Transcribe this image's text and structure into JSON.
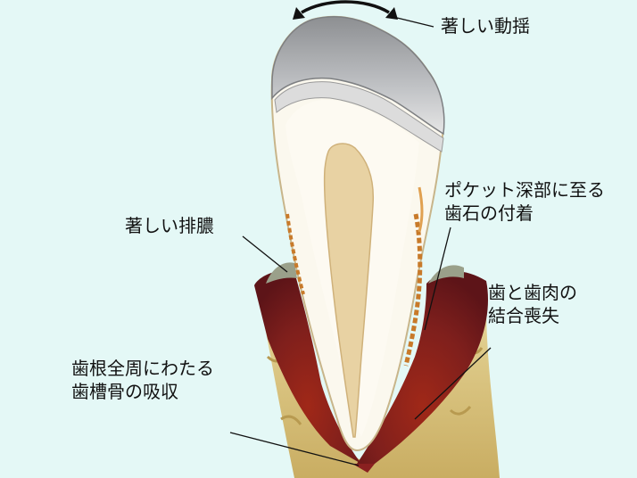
{
  "labels": {
    "mobility": "著しい動揺",
    "suppuration": "著しい排膿",
    "calculus_line1": "ポケット深部に至る",
    "calculus_line2": "歯石の付着",
    "attachment_line1": "歯と歯肉の",
    "attachment_line2": "結合喪失",
    "bone_line1": "歯根全周にわたる",
    "bone_line2": "歯槽骨の吸収"
  },
  "colors": {
    "background": "#e4f8f6",
    "enamel": "#9ea0a3",
    "dentin": "#fbf8ee",
    "pulp": "#e8d2a3",
    "gingiva": "#8a2020",
    "bone": "#d8c27d",
    "calculus": "#c87a2a"
  }
}
